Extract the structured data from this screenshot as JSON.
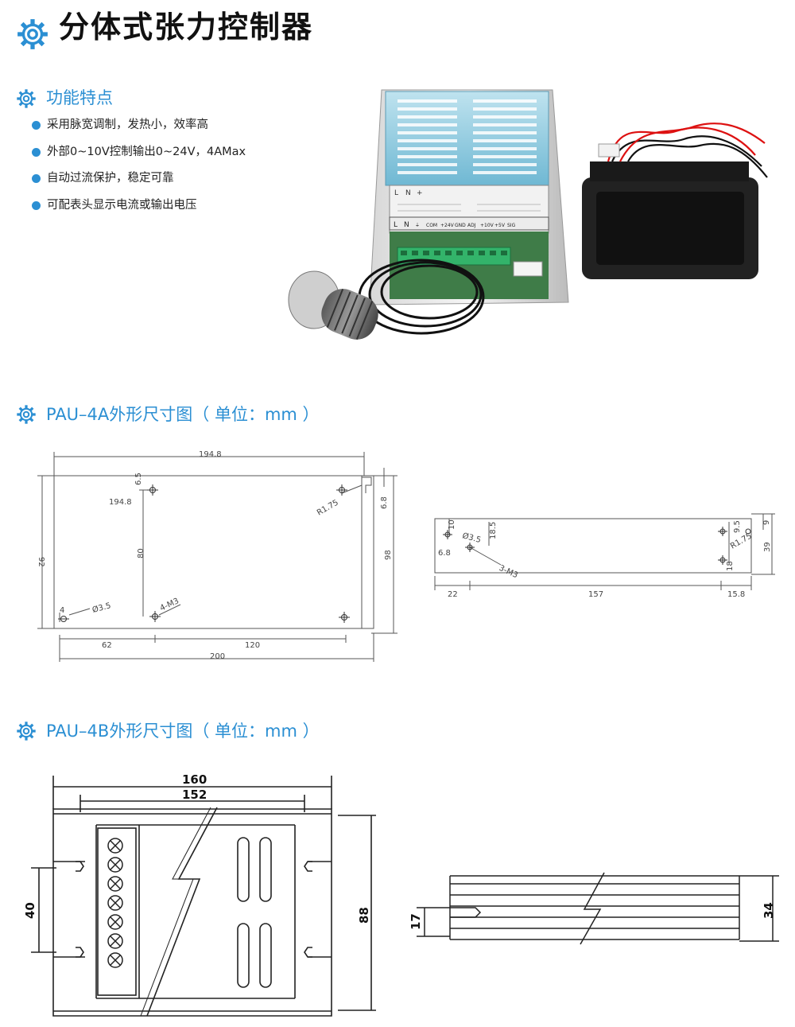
{
  "header": {
    "title": "分体式张力控制器",
    "icon": "gear-icon"
  },
  "features": {
    "title": "功能特点",
    "items": [
      "采用脉宽调制，发热小，效率高",
      "外部0~10V控制输出0~24V，4AMax",
      "自动过流保护，稳定可靠",
      "可配表头显示电流或输出电压"
    ]
  },
  "product_photo": {
    "terminal_top": [
      "L",
      "N",
      "+"
    ],
    "terminal_bottom": [
      "L",
      "N",
      "⏚",
      "COM",
      "+24V",
      "GND",
      "ADJ",
      "+10V",
      "+5V",
      "SIG"
    ]
  },
  "pau4a": {
    "title": "PAU–4A外形尺寸图（ 单位：mm ）",
    "front": {
      "w_top": "194.8",
      "w_inner": "194.8",
      "hole_top": "6.5",
      "radius": "R1.75",
      "right_top": "6.8",
      "h_total": "92",
      "h_inner": "80",
      "h_right": "98",
      "bottom_off": "4",
      "hole_dia": "Ø3.5",
      "screw": "4-M3",
      "off_62": "62",
      "span_120": "120",
      "w_200": "200"
    },
    "side": {
      "d10": "10",
      "d35": "Ø3.5",
      "d185": "18.5",
      "d68": "6.8",
      "screw": "3-M3",
      "d95": "9.5",
      "d9": "9",
      "radius": "R1.75",
      "d39": "39",
      "d18": "18",
      "w22": "22",
      "w157": "157",
      "w158": "15.8"
    }
  },
  "pau4b": {
    "title": "PAU–4B外形尺寸图（ 单位：mm ）",
    "front": {
      "w160": "160",
      "w152": "152",
      "h40": "40",
      "h88": "88"
    },
    "side": {
      "h17": "17",
      "h34": "34"
    }
  },
  "colors": {
    "accent": "#2b8fd3",
    "text": "#222222"
  }
}
